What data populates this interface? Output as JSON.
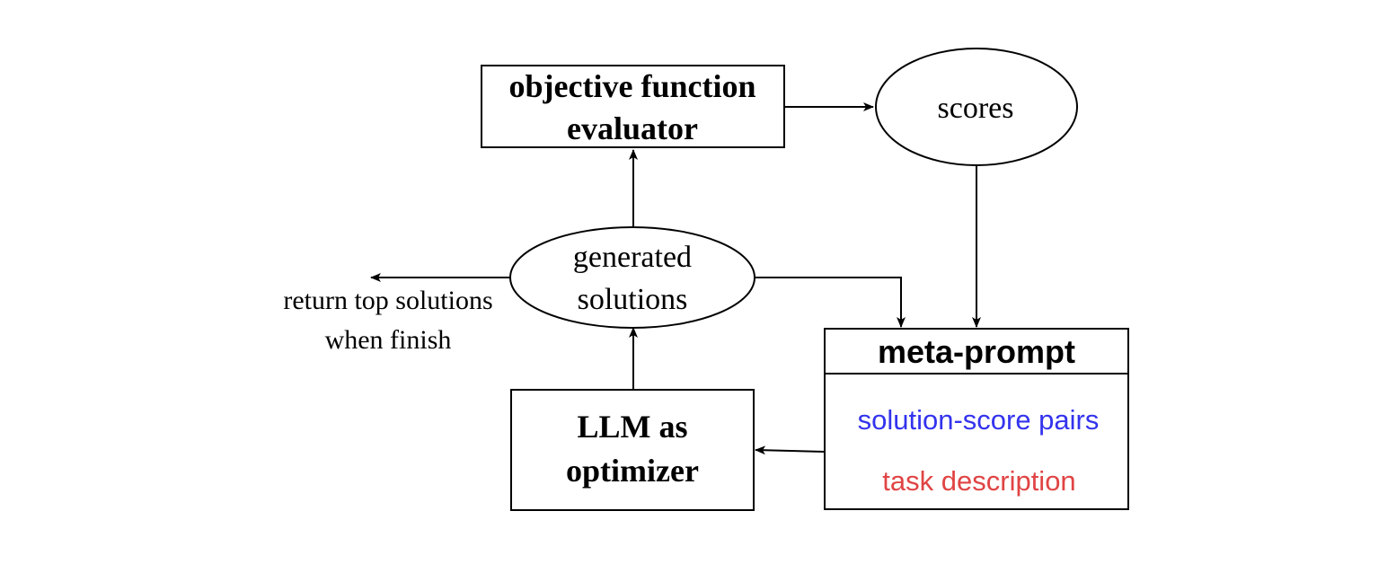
{
  "nodes": {
    "evaluator": {
      "line1": "objective function",
      "line2": "evaluator"
    },
    "scores": {
      "label": "scores"
    },
    "generated": {
      "line1": "generated",
      "line2": "solutions"
    },
    "llm": {
      "line1": "LLM as",
      "line2": "optimizer"
    },
    "meta_prompt": {
      "title": "meta-prompt",
      "pairs": "solution-score pairs",
      "task": "task description"
    }
  },
  "annotations": {
    "return_line1": "return top solutions",
    "return_line2": "when finish"
  },
  "colors": {
    "pairs": "#3333ee",
    "task": "#e04444",
    "stroke": "#000000"
  }
}
